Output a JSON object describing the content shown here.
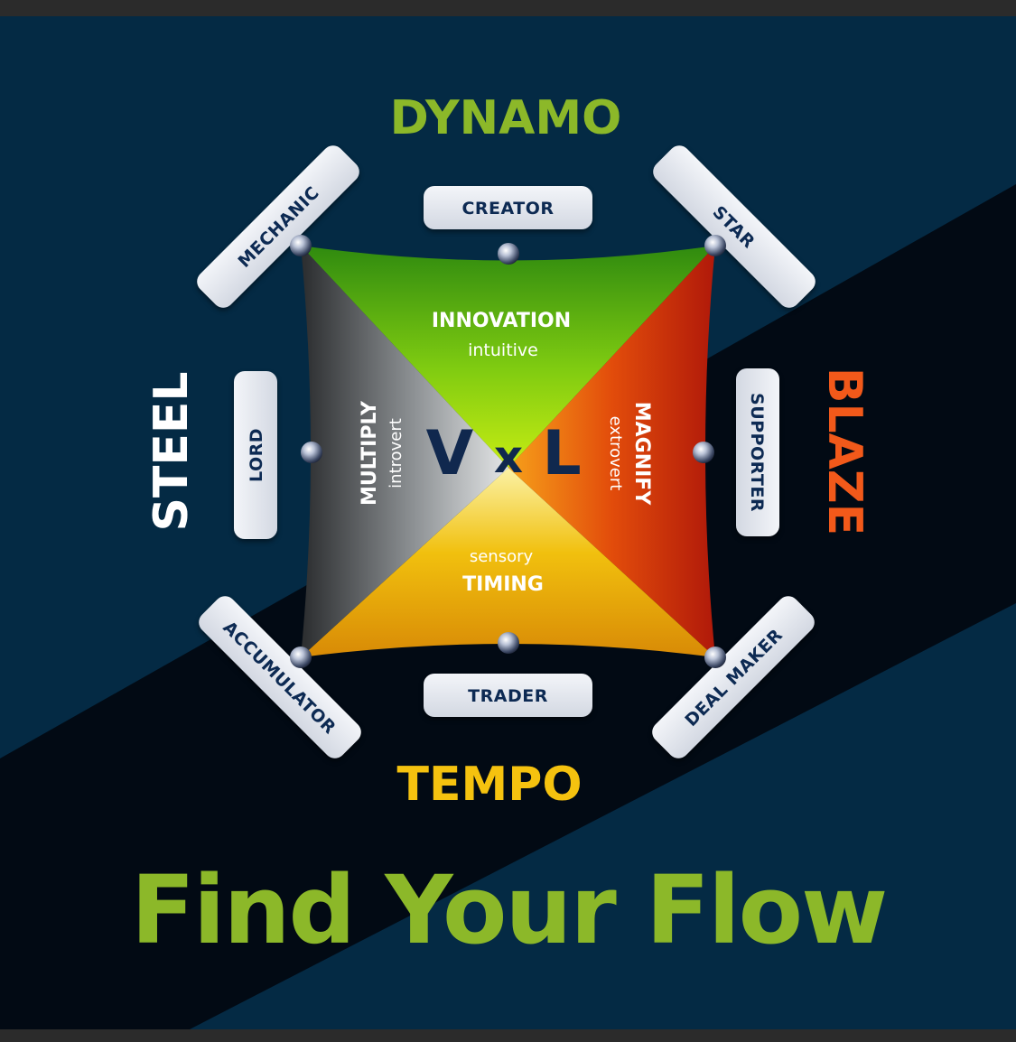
{
  "center_label": {
    "left": "V",
    "mid": "x",
    "right": "L"
  },
  "quadrants": {
    "top": {
      "title": "INNOVATION",
      "subtitle": "intuitive"
    },
    "bottom": {
      "title": "TIMING",
      "subtitle": "sensory"
    },
    "left": {
      "title": "MULTIPLY",
      "subtitle": "introvert"
    },
    "right": {
      "title": "MAGNIFY",
      "subtitle": "extrovert"
    }
  },
  "profiles": {
    "top": "DYNAMO",
    "bottom": "TEMPO",
    "left": "STEEL",
    "right": "BLAZE"
  },
  "pills": {
    "creator": "CREATOR",
    "star": "STAR",
    "supporter": "SUPPORTER",
    "deal_maker": "DEAL MAKER",
    "trader": "TRADER",
    "accumulator": "ACCUMULATOR",
    "lord": "LORD",
    "mechanic": "MECHANIC"
  },
  "tagline": "Find Your Flow",
  "colors": {
    "background": "#042a44",
    "dark_band": "#020a14",
    "dynamo": "#8cb829",
    "blaze": "#f2591a",
    "tempo": "#f5c20f",
    "steel": "#ffffff",
    "innovation_green": "#3a8f12",
    "magnify_red": "#c4260b",
    "timing_yellow": "#e9a20a",
    "multiply_grey": "#8a8d90",
    "center_text": "#10284e"
  }
}
